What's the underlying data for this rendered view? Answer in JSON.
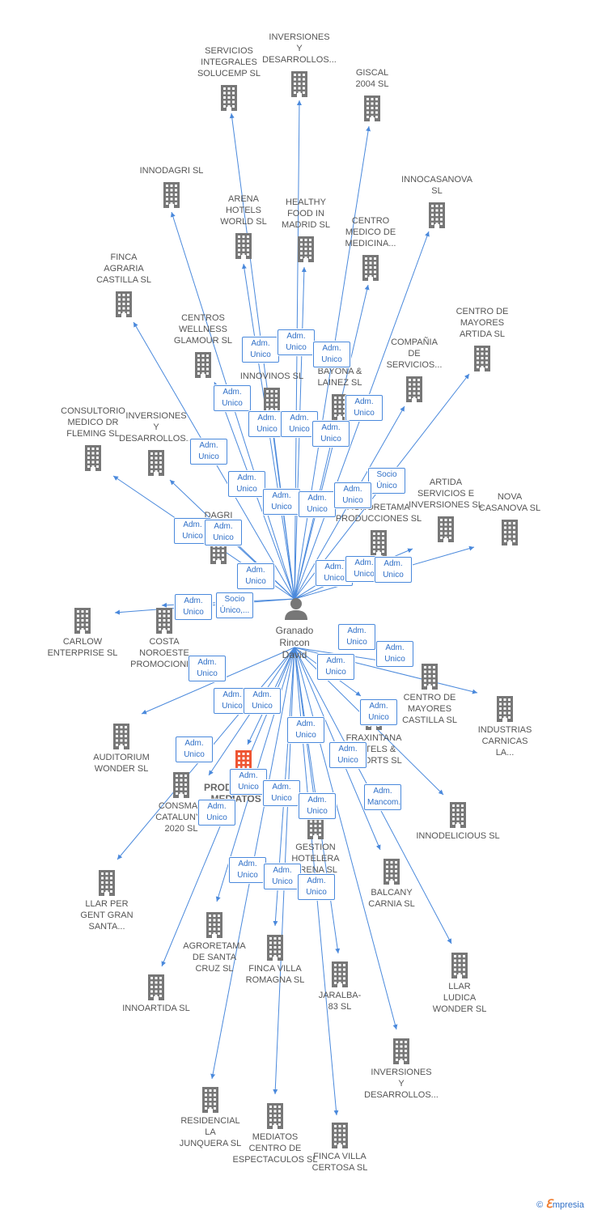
{
  "person": {
    "name": "Granado\nRincon\nDavid"
  },
  "footer": {
    "copyright": "©",
    "brand_e": "ℇ",
    "brand_rest": "mpresia"
  },
  "companies": [
    {
      "name": "SERVICIOS\nINTEGRALES\nSOLUCEMP SL"
    },
    {
      "name": "INVERSIONES\nY\nDESARROLLOS..."
    },
    {
      "name": "GISCAL\n2004 SL"
    },
    {
      "name": "INNODAGRI SL"
    },
    {
      "name": "INNOCASANOVA\nSL"
    },
    {
      "name": "ARENA\nHOTELS\nWORLD SL"
    },
    {
      "name": "HEALTHY\nFOOD IN\nMADRID SL"
    },
    {
      "name": "CENTRO\nMEDICO DE\nMEDICINA..."
    },
    {
      "name": "FINCA\nAGRARIA\nCASTILLA SL"
    },
    {
      "name": "CENTRO DE\nMAYORES\nARTIDA SL"
    },
    {
      "name": "CENTROS\nWELLNESS\nGLAMOUR SL"
    },
    {
      "name": "COMPAÑIA\nDE\nSERVICIOS..."
    },
    {
      "name": "INNOVINOS SL"
    },
    {
      "name": "BAYONA &\nLAINEZ SL"
    },
    {
      "name": "CONSULTORIO\nMEDICO DR\nFLEMING SL"
    },
    {
      "name": "INVERSIONES\nY\nDESARROLLOS..."
    },
    {
      "name": "DAGRI\nSL"
    },
    {
      "name": "ARTIDA\nSERVICIOS E\nINVERSIONES SL"
    },
    {
      "name": "NOVA\nCASANOVA SL"
    },
    {
      "name": "AGRORETAMA\nPRODUCCIONES SL"
    },
    {
      "name": "CARLOW\nENTERPRISE SL"
    },
    {
      "name": "COSTA\nNOROESTE\nPROMOCIONES"
    },
    {
      "name": "CENTRO DE\nMAYORES\nCASTILLA SL"
    },
    {
      "name": "INDUSTRIAS\nCARNICAS\nLA..."
    },
    {
      "name": "AUDITORIUM\nWONDER SL"
    },
    {
      "name": "FRAXINTANA\nHOTELS &\nRESORTS SL"
    },
    {
      "name": "PRODUCCIONES\nMEDIATOS SL"
    },
    {
      "name": "CONSMAR\nCATALUNYA\n2020 SL"
    },
    {
      "name": "INNODELICIOUS SL"
    },
    {
      "name": "GESTION\nHOTELERA\nARENA SL"
    },
    {
      "name": "LLAR PER\nGENT GRAN\nSANTA..."
    },
    {
      "name": "BALCANY\nCARNIA SL"
    },
    {
      "name": "AGRORETAMA\nDE SANTA\nCRUZ SL"
    },
    {
      "name": "FINCA VILLA\nROMAGNA SL"
    },
    {
      "name": "JARALBA-\n83 SL"
    },
    {
      "name": "LLAR\nLUDICA\nWONDER SL"
    },
    {
      "name": "INNOARTIDA SL"
    },
    {
      "name": "INVERSIONES\nY\nDESARROLLOS..."
    },
    {
      "name": "RESIDENCIAL\nLA\nJUNQUERA SL"
    },
    {
      "name": "MEDIATOS\nCENTRO DE\nESPECTACULOS SL"
    },
    {
      "name": "FINCA VILLA\nCERTOSA SL"
    }
  ],
  "relations": [
    {
      "label": "Adm.\nUnico"
    },
    {
      "label": "Adm.\nUnico"
    },
    {
      "label": "Adm.\nUnico"
    },
    {
      "label": "Adm.\nUnico"
    },
    {
      "label": "Adm.\nUnico"
    },
    {
      "label": "Adm.\nUnico"
    },
    {
      "label": "Adm.\nUnico"
    },
    {
      "label": "Adm.\nUnico"
    },
    {
      "label": "Adm.\nUnico"
    },
    {
      "label": "Adm.\nUnico"
    },
    {
      "label": "Adm.\nUnico"
    },
    {
      "label": "Adm.\nUnico"
    },
    {
      "label": "Socio\nÚnico"
    },
    {
      "label": "Adm.\nUnico"
    },
    {
      "label": "Adm.\nUnico"
    },
    {
      "label": "Adm.\nUnico"
    },
    {
      "label": "Adm.\nUnico"
    },
    {
      "label": "Adm.\nUnico"
    },
    {
      "label": "Adm.\nUnico"
    },
    {
      "label": "Adm.\nUnico"
    },
    {
      "label": "Adm.\nUnico"
    },
    {
      "label": "Socio\nÚnico,..."
    },
    {
      "label": "Adm.\nUnico"
    },
    {
      "label": "Adm.\nUnico"
    },
    {
      "label": "Adm.\nUnico"
    },
    {
      "label": "Adm.\nUnico"
    },
    {
      "label": "Adm.\nUnico"
    },
    {
      "label": "Adm.\nUnico"
    },
    {
      "label": "Adm.\nUnico"
    },
    {
      "label": "Adm.\nUnico"
    },
    {
      "label": "Adm.\nUnico"
    },
    {
      "label": "Adm.\nUnico"
    },
    {
      "label": "Adm.\nUnico"
    },
    {
      "label": "Adm.\nMancom."
    },
    {
      "label": "Adm.\nUnico"
    },
    {
      "label": "Adm.\nUnico"
    },
    {
      "label": "Adm.\nUnico"
    },
    {
      "label": "Adm.\nUnico"
    },
    {
      "label": "Adm.\nUnico"
    },
    {
      "label": "Adm.\nUnico"
    }
  ],
  "colors": {
    "edge": "#4a89dc",
    "building": "#777777",
    "highlight": "#ee5533"
  }
}
